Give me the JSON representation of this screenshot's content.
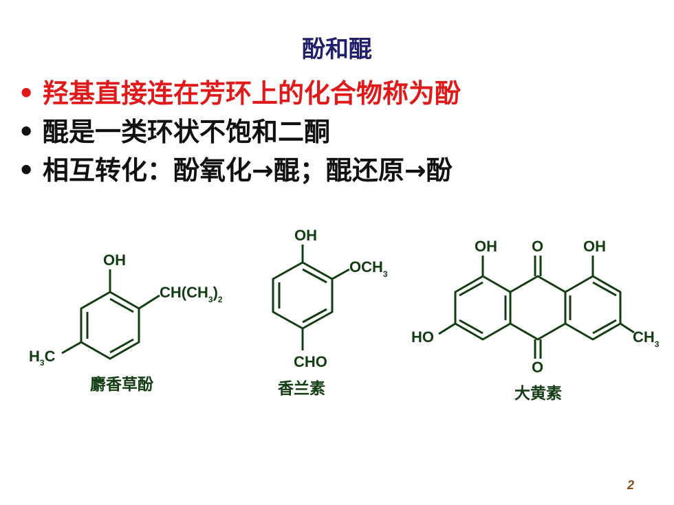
{
  "slide": {
    "title": "酚和醌",
    "bullets": [
      {
        "marker": "•",
        "text": "羟基直接连在芳环上的化合物称为酚",
        "color": "#e01a1a"
      },
      {
        "marker": "•",
        "text": "醌是一类环状不饱和二酮",
        "color": "#111111"
      },
      {
        "marker": "•",
        "text": "相互转化：酚氧化→醌；醌还原→酚",
        "color": "#111111"
      }
    ],
    "page_number": "2"
  },
  "structures": {
    "line_color": "#123d12",
    "thymol": {
      "name": "麝香草酚",
      "oh": "OH",
      "isopropyl_main": "CH(CH",
      "isopropyl_sub3": "3",
      "isopropyl_close": ")",
      "isopropyl_sub2": "2",
      "methyl_h": "H",
      "methyl_sub": "3",
      "methyl_c": "C"
    },
    "vanillin": {
      "name": "香兰素",
      "oh": "OH",
      "methoxy_main": "OCH",
      "methoxy_sub": "3",
      "aldehyde": "CHO"
    },
    "emodin": {
      "name": "大黄素",
      "oh_left": "OH",
      "oxygen_top": "O",
      "oh_right": "OH",
      "ho_left": "HO",
      "methyl_main": "CH",
      "methyl_sub": "3",
      "oxygen_bottom": "O"
    }
  }
}
